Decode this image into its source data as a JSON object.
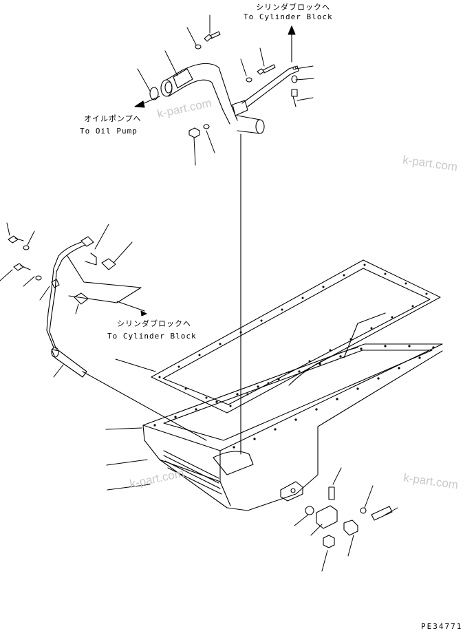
{
  "labels": {
    "to_cylinder_top_jp": "シリンダブロックへ",
    "to_cylinder_top_en": "To Cylinder Block",
    "to_oil_pump_jp": "オイルポンプへ",
    "to_oil_pump_en": "To Oil Pump",
    "to_cylinder_mid_jp": "シリンダブロックへ",
    "to_cylinder_mid_en": "To Cylinder Block"
  },
  "watermarks": [
    "k-part.com",
    "k-part.com",
    "k-part.com",
    "k-part.com"
  ],
  "drawing_code": "PE34771"
}
